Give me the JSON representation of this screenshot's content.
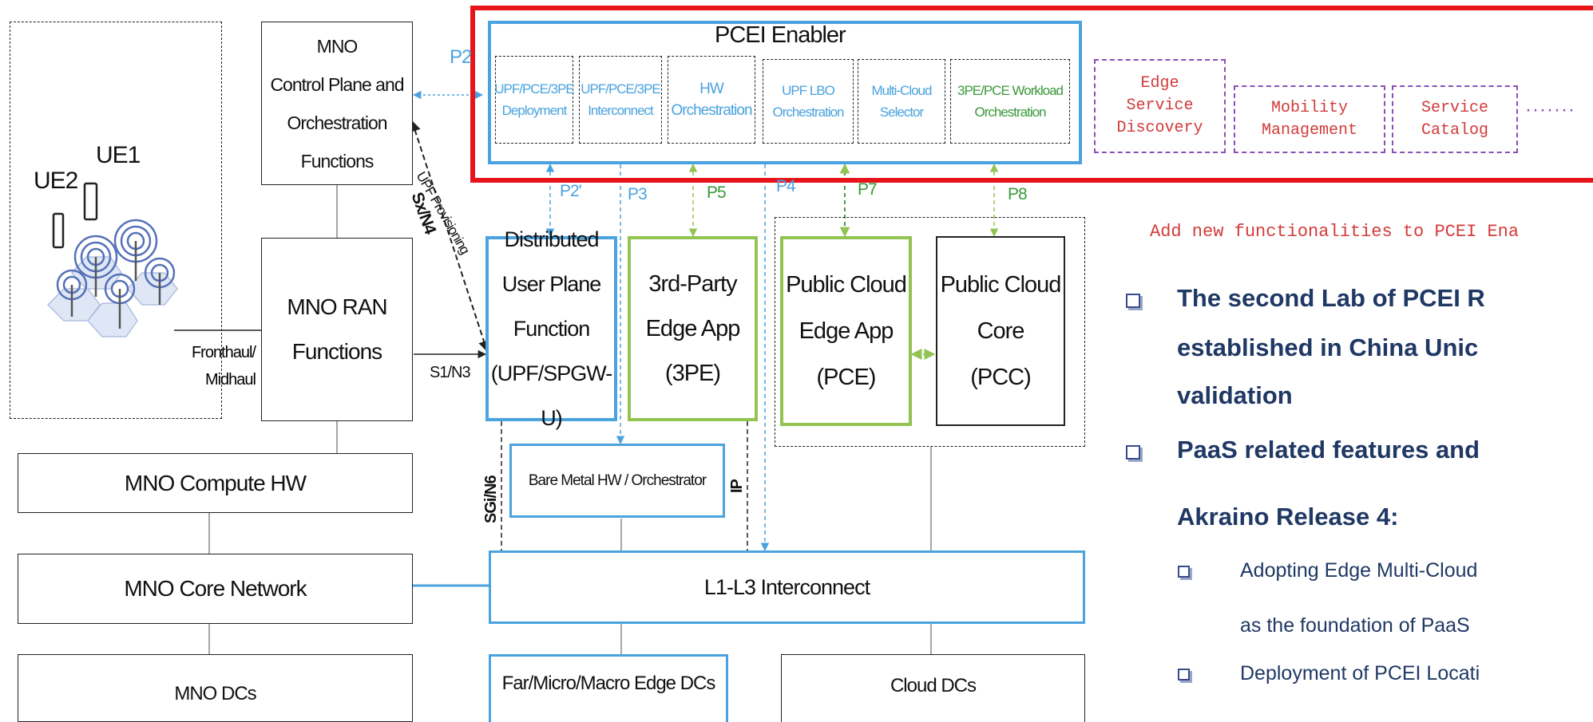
{
  "pcei_enabler": {
    "title": "PCEI Enabler",
    "subfunctions": [
      "UPF/PCE/3PE\nDeployment",
      "UPF/PCE/3PE\nInterconnect",
      "HW\nOrchestration",
      "UPF LBO\nOrchestration",
      "Multi-Cloud\nSelector",
      "3PE/PCE Workload\nOrchestration"
    ]
  },
  "new_functions": {
    "items": [
      "Edge\nService\nDiscovery",
      "Mobility\nManagement",
      "Service\nCatalog"
    ],
    "ellipsis": "·······",
    "caption": "Add new functionalities to PCEI Ena"
  },
  "ue": {
    "ue1": "UE1",
    "ue2": "UE2"
  },
  "boxes": {
    "mno_control": "MNO\nControl Plane and\nOrchestration\nFunctions",
    "mno_ran": "MNO RAN\nFunctions",
    "dupf": "Distributed\nUser Plane\nFunction\n(UPF/SPGW-U)",
    "third_party_app": "3rd-Party\nEdge App\n(3PE)",
    "pce": "Public Cloud\nEdge App\n(PCE)",
    "pcc": "Public Cloud\nCore\n(PCC)",
    "bare_metal": "Bare Metal HW / Orchestrator",
    "mno_compute": "MNO Compute HW",
    "mno_core": "MNO Core Network",
    "mno_dcs": "MNO DCs",
    "l1l3": "L1-L3 Interconnect",
    "edge_dcs": "Far/Micro/Macro Edge DCs",
    "cloud_dcs": "Cloud DCs"
  },
  "interface_labels": {
    "p2": "P2",
    "p2prime": "P2'",
    "p3": "P3",
    "p4": "P4",
    "p5": "P5",
    "p7": "P7",
    "p8": "P8",
    "sx_n4": "Sx/N4",
    "upf_prov": "UPF Provisioning",
    "fronthaul": "Fronthaul/\nMidhaul",
    "s1n3": "S1/N3",
    "sgi_n6": "SGi/N6",
    "ip": "IP"
  },
  "bullets": {
    "b1": [
      "The second Lab of PCEI R",
      "established in China Unic",
      "validation"
    ],
    "b2": [
      "PaaS related features and",
      "Akraino Release 4:"
    ],
    "sub1": [
      "Adopting Edge Multi-Cloud",
      "as the foundation of PaaS"
    ],
    "sub2": "Deployment of PCEI Locati"
  },
  "colors": {
    "blue": "#4aa3df",
    "green": "#92c353",
    "red": "#e8141c",
    "purple": "#8a4fb8",
    "navy": "#1f3864"
  }
}
